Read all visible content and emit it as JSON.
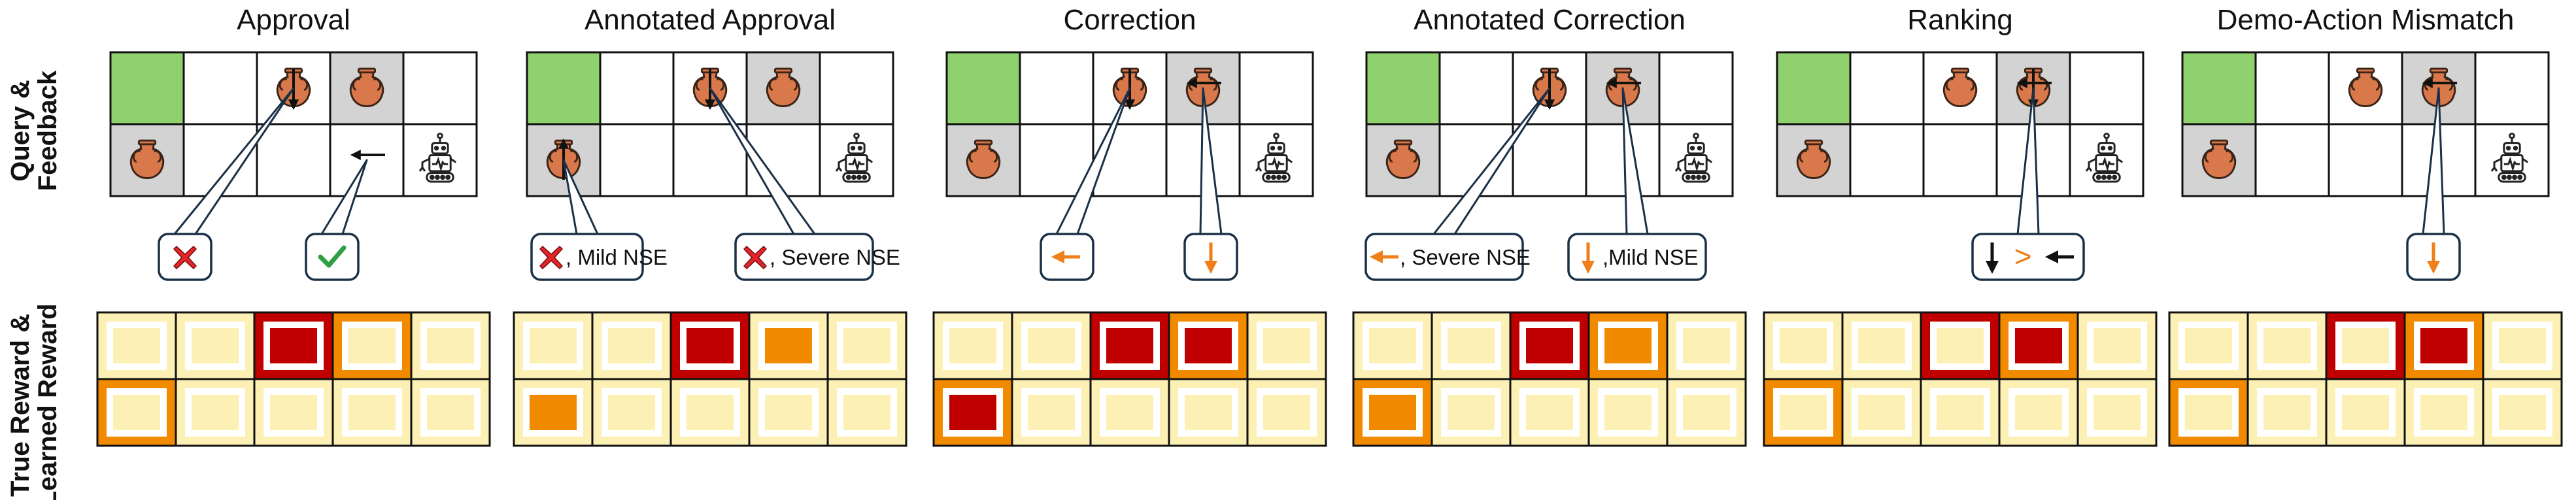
{
  "row_labels": {
    "query": [
      "Query &",
      "Feedback"
    ],
    "reward": [
      "True Reward &",
      "Learned Reward"
    ]
  },
  "colors": {
    "goal": "#8fd16f",
    "shaded": "#d3d3d3",
    "vase": "#d9784a",
    "vase_outline": "#3a2418",
    "arrow_orange": "#f07f1a",
    "check_green": "#2ea043",
    "cross_red": "#e0262b",
    "reward_dark_red": "#c00000",
    "reward_orange": "#f28a00",
    "reward_pale": "#fdf0b4",
    "reward_white": "#ffffff"
  },
  "panels": [
    {
      "title": "Approval",
      "callouts": [
        {
          "icon": "cross",
          "text": ""
        },
        {
          "icon": "check",
          "text": ""
        }
      ],
      "reward_outer": [
        "pale",
        "pale",
        "red",
        "orange",
        "pale",
        "orange",
        "pale",
        "pale",
        "pale",
        "pale"
      ],
      "reward_inner": [
        "pale",
        "pale",
        "red",
        "pale",
        "pale",
        "pale",
        "pale",
        "pale",
        "pale",
        "pale"
      ]
    },
    {
      "title": "Annotated Approval",
      "callouts": [
        {
          "icon": "cross",
          "text": ", Mild NSE"
        },
        {
          "icon": "cross",
          "text": ", Severe NSE"
        }
      ],
      "reward_outer": [
        "pale",
        "pale",
        "red",
        "pale",
        "pale",
        "pale",
        "pale",
        "pale",
        "pale",
        "pale"
      ],
      "reward_inner": [
        "pale",
        "pale",
        "red",
        "orange",
        "pale",
        "orange",
        "pale",
        "pale",
        "pale",
        "pale"
      ]
    },
    {
      "title": "Correction",
      "callouts": [
        {
          "icon": "arrow-left-orange",
          "text": ""
        },
        {
          "icon": "arrow-down-orange",
          "text": ""
        }
      ],
      "reward_outer": [
        "pale",
        "pale",
        "red",
        "orange",
        "pale",
        "orange",
        "pale",
        "pale",
        "pale",
        "pale"
      ],
      "reward_inner": [
        "pale",
        "pale",
        "red",
        "red",
        "pale",
        "red",
        "pale",
        "pale",
        "pale",
        "pale"
      ]
    },
    {
      "title": "Annotated Correction",
      "callouts": [
        {
          "icon": "arrow-left-orange",
          "text": ", Severe NSE"
        },
        {
          "icon": "arrow-down-orange",
          "text": ",Mild NSE"
        }
      ],
      "reward_outer": [
        "pale",
        "pale",
        "red",
        "orange",
        "pale",
        "orange",
        "pale",
        "pale",
        "pale",
        "pale"
      ],
      "reward_inner": [
        "pale",
        "pale",
        "red",
        "orange",
        "pale",
        "orange",
        "pale",
        "pale",
        "pale",
        "pale"
      ]
    },
    {
      "title": "Ranking",
      "callouts": [
        {
          "icon": "ranking",
          "text": ">"
        }
      ],
      "reward_outer": [
        "pale",
        "pale",
        "red",
        "orange",
        "pale",
        "orange",
        "pale",
        "pale",
        "pale",
        "pale"
      ],
      "reward_inner": [
        "pale",
        "pale",
        "pale",
        "red",
        "pale",
        "pale",
        "pale",
        "pale",
        "pale",
        "pale"
      ]
    },
    {
      "title": "Demo-Action Mismatch",
      "callouts": [
        {
          "icon": "arrow-down-orange",
          "text": ""
        }
      ],
      "reward_outer": [
        "pale",
        "pale",
        "red",
        "orange",
        "pale",
        "orange",
        "pale",
        "pale",
        "pale",
        "pale"
      ],
      "reward_inner": [
        "pale",
        "pale",
        "pale",
        "red",
        "pale",
        "pale",
        "pale",
        "pale",
        "pale",
        "pale"
      ]
    }
  ]
}
